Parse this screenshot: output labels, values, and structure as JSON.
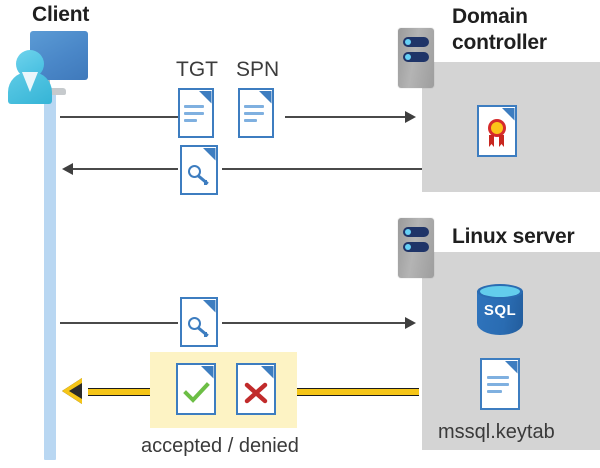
{
  "diagram": {
    "title_client": "Client",
    "title_domain_controller": "Domain\ncontroller",
    "title_domain_controller_line1": "Domain",
    "title_domain_controller_line2": "controller",
    "title_linux_server": "Linux server",
    "label_tgt": "TGT",
    "label_spn": "SPN",
    "label_keytab": "mssql.keytab",
    "label_result": "accepted / denied",
    "label_sql": "SQL"
  },
  "icons": {
    "client": "user-monitor-icon",
    "server_dc": "server-icon",
    "server_linux": "server-icon",
    "certificate": "certificate-document-icon",
    "tgt_doc": "text-document-icon",
    "spn_doc": "text-document-icon",
    "ticket_key_1": "key-document-icon",
    "ticket_key_2": "key-document-icon",
    "accepted": "check-document-icon",
    "denied": "cross-document-icon",
    "database": "sql-database-icon",
    "keytab_doc": "text-document-icon"
  },
  "colors": {
    "panel_gray": "#d4d4d4",
    "lifeline_blue": "#b9d7f2",
    "highlight_yellow": "#fdf3c4",
    "gold_arrow": "#f5c518",
    "doc_blue": "#3d7dc0",
    "sql_blue": "#2a6fba",
    "check_green": "#6cbе45",
    "cross_red": "#c12b2b",
    "arrow_gray": "#4a4a4a"
  },
  "flows": [
    {
      "name": "tgt-spn-request",
      "direction": "right",
      "from": "client",
      "to": "domain-controller"
    },
    {
      "name": "ticket-response",
      "direction": "left",
      "from": "domain-controller",
      "to": "client"
    },
    {
      "name": "ticket-presented",
      "direction": "right",
      "from": "client",
      "to": "linux-server"
    },
    {
      "name": "auth-result",
      "direction": "left",
      "from": "linux-server",
      "to": "client"
    }
  ]
}
